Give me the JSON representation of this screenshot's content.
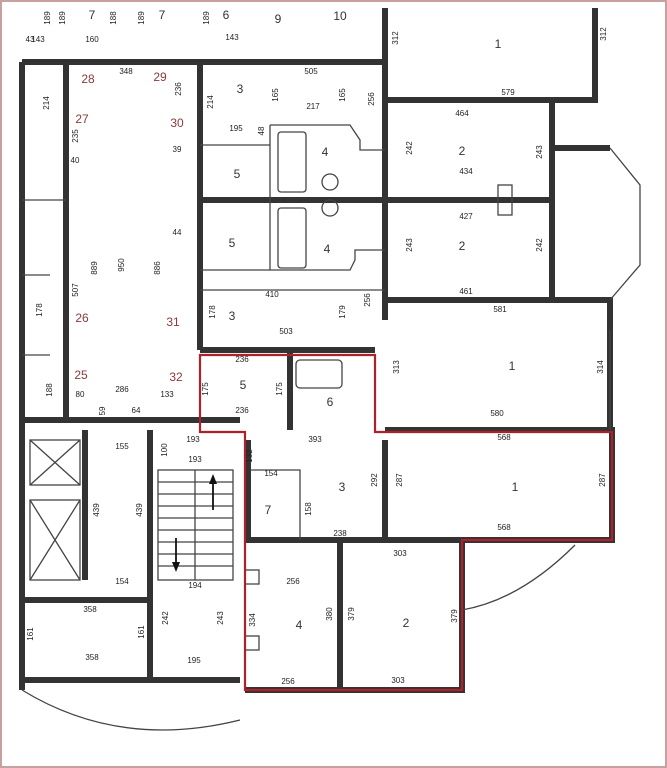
{
  "rooms": [
    {
      "id": "r1_top",
      "label": "1"
    },
    {
      "id": "r2_a",
      "label": "2"
    },
    {
      "id": "r2_b",
      "label": "2"
    },
    {
      "id": "r1_mid",
      "label": "1"
    },
    {
      "id": "r3_top",
      "label": "3"
    },
    {
      "id": "r4_a",
      "label": "4"
    },
    {
      "id": "r5_a",
      "label": "5"
    },
    {
      "id": "r5_b",
      "label": "5"
    },
    {
      "id": "r4_b",
      "label": "4"
    },
    {
      "id": "r3_b",
      "label": "3"
    },
    {
      "id": "r5_c",
      "label": "5"
    },
    {
      "id": "r6",
      "label": "6"
    },
    {
      "id": "r3_c",
      "label": "3"
    },
    {
      "id": "r7",
      "label": "7"
    },
    {
      "id": "r1_low",
      "label": "1"
    },
    {
      "id": "r4_c",
      "label": "4"
    },
    {
      "id": "r2_c",
      "label": "2"
    },
    {
      "id": "r9_top",
      "label": "9"
    },
    {
      "id": "r10_top",
      "label": "10"
    },
    {
      "id": "r7_top_a",
      "label": "7"
    },
    {
      "id": "r7_top_b",
      "label": "7"
    },
    {
      "id": "r6_top",
      "label": "6"
    }
  ],
  "axes": [
    {
      "id": "ax28",
      "label": "28"
    },
    {
      "id": "ax29",
      "label": "29"
    },
    {
      "id": "ax27",
      "label": "27"
    },
    {
      "id": "ax30",
      "label": "30"
    },
    {
      "id": "ax26",
      "label": "26"
    },
    {
      "id": "ax31",
      "label": "31"
    },
    {
      "id": "ax25",
      "label": "25"
    },
    {
      "id": "ax32",
      "label": "32"
    }
  ],
  "dimensions": [
    {
      "id": "d312a",
      "label": "312"
    },
    {
      "id": "d312b",
      "label": "312"
    },
    {
      "id": "d579",
      "label": "579"
    },
    {
      "id": "d505",
      "label": "505"
    },
    {
      "id": "d348",
      "label": "348"
    },
    {
      "id": "d160",
      "label": "160"
    },
    {
      "id": "d143a",
      "label": "143"
    },
    {
      "id": "d143b",
      "label": "143"
    },
    {
      "id": "d43",
      "label": "43"
    },
    {
      "id": "d189a",
      "label": "189"
    },
    {
      "id": "d189b",
      "label": "189"
    },
    {
      "id": "d189c",
      "label": "189"
    },
    {
      "id": "d188",
      "label": "188"
    },
    {
      "id": "d189d",
      "label": "189"
    },
    {
      "id": "d464",
      "label": "464"
    },
    {
      "id": "d434",
      "label": "434"
    },
    {
      "id": "d242a",
      "label": "242"
    },
    {
      "id": "d243a",
      "label": "243"
    },
    {
      "id": "d427",
      "label": "427"
    },
    {
      "id": "d243b",
      "label": "243"
    },
    {
      "id": "d242b",
      "label": "242"
    },
    {
      "id": "d461",
      "label": "461"
    },
    {
      "id": "d581",
      "label": "581"
    },
    {
      "id": "d313",
      "label": "313"
    },
    {
      "id": "d314",
      "label": "314"
    },
    {
      "id": "d580",
      "label": "580"
    },
    {
      "id": "d165a",
      "label": "165"
    },
    {
      "id": "d217",
      "label": "217"
    },
    {
      "id": "d165b",
      "label": "165"
    },
    {
      "id": "d256a",
      "label": "256"
    },
    {
      "id": "d214a",
      "label": "214"
    },
    {
      "id": "d214b",
      "label": "214"
    },
    {
      "id": "d236a",
      "label": "236"
    },
    {
      "id": "d235",
      "label": "235"
    },
    {
      "id": "d195a",
      "label": "195"
    },
    {
      "id": "d48",
      "label": "48"
    },
    {
      "id": "d40",
      "label": "40"
    },
    {
      "id": "d39",
      "label": "39"
    },
    {
      "id": "d44",
      "label": "44"
    },
    {
      "id": "d889",
      "label": "889"
    },
    {
      "id": "d950",
      "label": "950"
    },
    {
      "id": "d886",
      "label": "886"
    },
    {
      "id": "d507",
      "label": "507"
    },
    {
      "id": "d178a",
      "label": "178"
    },
    {
      "id": "d178b",
      "label": "178"
    },
    {
      "id": "d410",
      "label": "410"
    },
    {
      "id": "d179",
      "label": "179"
    },
    {
      "id": "d256b",
      "label": "256"
    },
    {
      "id": "d503",
      "label": "503"
    },
    {
      "id": "d236b",
      "label": "236"
    },
    {
      "id": "d175a",
      "label": "175"
    },
    {
      "id": "d175b",
      "label": "175"
    },
    {
      "id": "d236c",
      "label": "236"
    },
    {
      "id": "d393",
      "label": "393"
    },
    {
      "id": "d568a",
      "label": "568"
    },
    {
      "id": "d287a",
      "label": "287"
    },
    {
      "id": "d287b",
      "label": "287"
    },
    {
      "id": "d568b",
      "label": "568"
    },
    {
      "id": "d188b",
      "label": "188"
    },
    {
      "id": "d80",
      "label": "80"
    },
    {
      "id": "d286",
      "label": "286"
    },
    {
      "id": "d59",
      "label": "59"
    },
    {
      "id": "d64",
      "label": "64"
    },
    {
      "id": "d133",
      "label": "133"
    },
    {
      "id": "d155",
      "label": "155"
    },
    {
      "id": "d100",
      "label": "100"
    },
    {
      "id": "d193a",
      "label": "193"
    },
    {
      "id": "d193b",
      "label": "193"
    },
    {
      "id": "d132",
      "label": "132"
    },
    {
      "id": "d154a",
      "label": "154"
    },
    {
      "id": "d158",
      "label": "158"
    },
    {
      "id": "d292",
      "label": "292"
    },
    {
      "id": "d238",
      "label": "238"
    },
    {
      "id": "d303a",
      "label": "303"
    },
    {
      "id": "d439a",
      "label": "439"
    },
    {
      "id": "d439b",
      "label": "439"
    },
    {
      "id": "d154b",
      "label": "154"
    },
    {
      "id": "d194",
      "label": "194"
    },
    {
      "id": "d256c",
      "label": "256"
    },
    {
      "id": "d334",
      "label": "334"
    },
    {
      "id": "d380",
      "label": "380"
    },
    {
      "id": "d379a",
      "label": "379"
    },
    {
      "id": "d379b",
      "label": "379"
    },
    {
      "id": "d256d",
      "label": "256"
    },
    {
      "id": "d303b",
      "label": "303"
    },
    {
      "id": "d358a",
      "label": "358"
    },
    {
      "id": "d161a",
      "label": "161"
    },
    {
      "id": "d161b",
      "label": "161"
    },
    {
      "id": "d242c",
      "label": "242"
    },
    {
      "id": "d243c",
      "label": "243"
    },
    {
      "id": "d358b",
      "label": "358"
    },
    {
      "id": "d195b",
      "label": "195"
    }
  ],
  "highlight_color": "#b0202a",
  "wall_color": "#333333"
}
